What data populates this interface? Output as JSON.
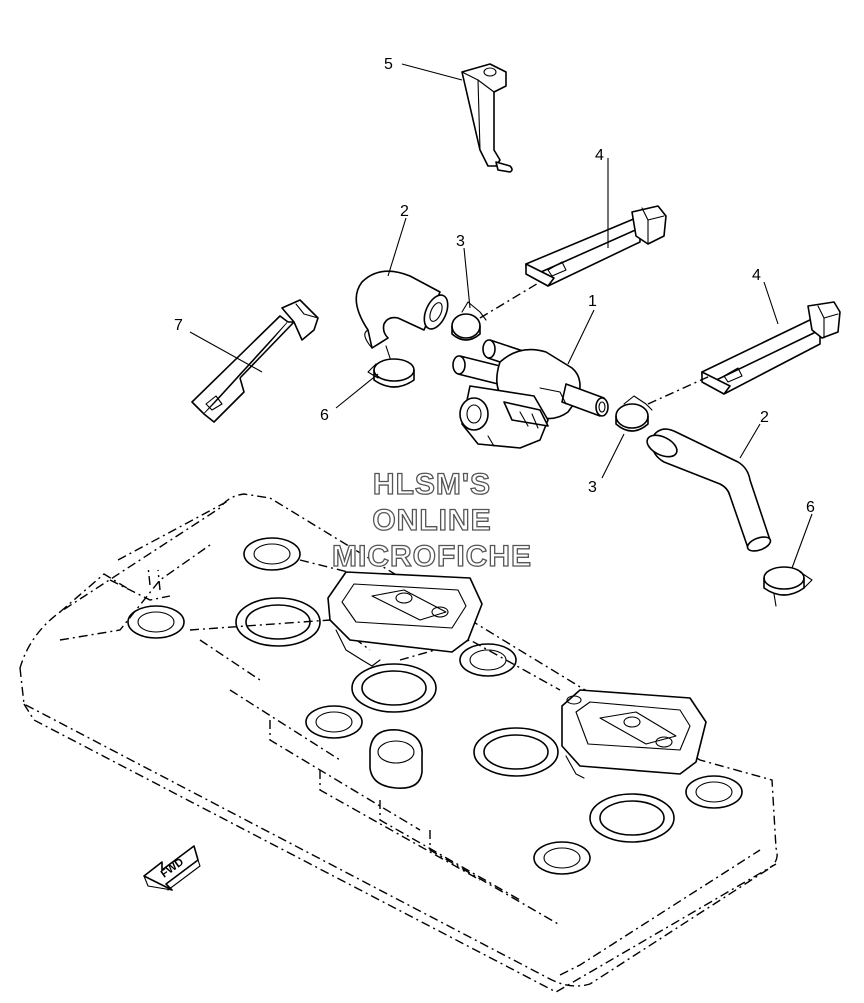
{
  "watermark": {
    "line1": "HLSM'S",
    "line2": "ONLINE",
    "line3": "MICROFICHE"
  },
  "direction_arrow": {
    "label": "FWD"
  },
  "callouts": [
    {
      "id": "c5",
      "label": "5"
    },
    {
      "id": "c4a",
      "label": "4"
    },
    {
      "id": "c2a",
      "label": "2"
    },
    {
      "id": "c3a",
      "label": "3"
    },
    {
      "id": "c1",
      "label": "1"
    },
    {
      "id": "c7",
      "label": "7"
    },
    {
      "id": "c6a",
      "label": "6"
    },
    {
      "id": "c4b",
      "label": "4"
    },
    {
      "id": "c2b",
      "label": "2"
    },
    {
      "id": "c3b",
      "label": "3"
    },
    {
      "id": "c6b",
      "label": "6"
    }
  ]
}
